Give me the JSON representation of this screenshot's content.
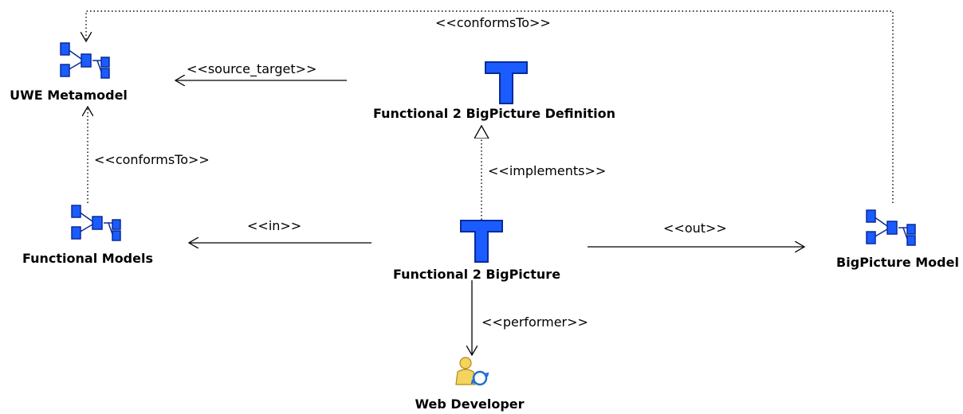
{
  "nodes": {
    "uwe_metamodel": {
      "label": "UWE Metamodel",
      "icon": "metamodel-icon"
    },
    "functional_models": {
      "label": "Functional Models",
      "icon": "metamodel-icon"
    },
    "bigpicture_model": {
      "label": "BigPicture Model",
      "icon": "metamodel-icon"
    },
    "f2bp_definition": {
      "label": "Functional 2 BigPicture Definition",
      "icon": "transformation-icon"
    },
    "f2bp": {
      "label": "Functional 2 BigPicture",
      "icon": "transformation-icon"
    },
    "web_developer": {
      "label": "Web Developer",
      "icon": "performer-icon"
    }
  },
  "edges": {
    "conforms_to_top": "<<conformsTo>>",
    "conforms_to_left": "<<conformsTo>>",
    "source_target": "<<source_target>>",
    "implements": "<<implements>>",
    "in": "<<in>>",
    "out": "<<out>>",
    "performer": "<<performer>>"
  },
  "colors": {
    "icon_blue": "#1a5cff",
    "icon_dark": "#0a2a9a",
    "line": "#000000"
  }
}
